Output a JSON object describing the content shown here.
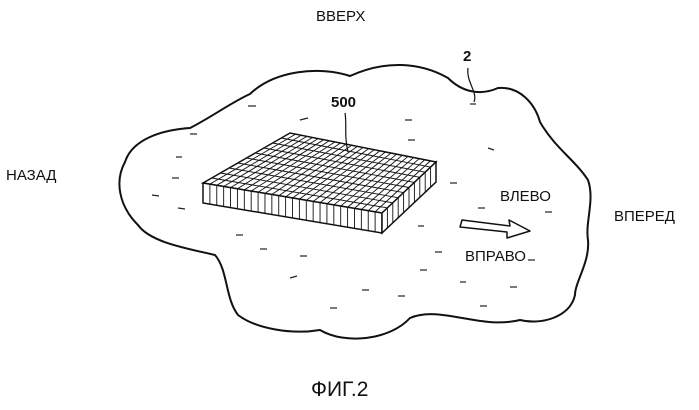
{
  "labels": {
    "up": "ВВЕРХ",
    "back": "НАЗАД",
    "left": "ВЛЕВО",
    "forward": "ВПЕРЕД",
    "right": "ВПРАВО"
  },
  "refs": {
    "surface": "2",
    "array": "500"
  },
  "figure_caption": "ФИГ.2"
}
